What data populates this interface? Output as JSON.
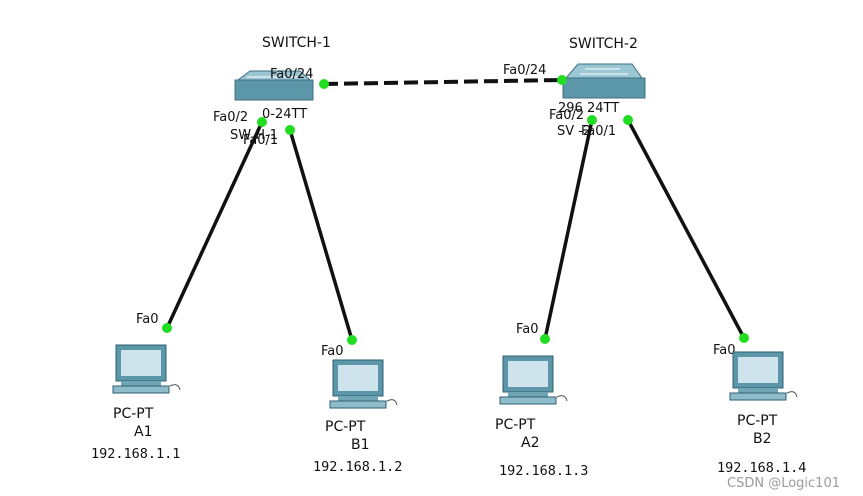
{
  "switches": [
    {
      "title": "SWITCH-1",
      "model_partial": "0-24TT",
      "name_partial": "SW  H-1",
      "ports": {
        "uplink": "Fa0/24",
        "p2": "Fa0/2",
        "p1": "Fa0/1"
      }
    },
    {
      "title": "SWITCH-2",
      "model_partial": "296  24TT",
      "name_partial": "SV    -2",
      "ports": {
        "uplink": "Fa0/24",
        "p2": "Fa0/2",
        "p1": "Fa0/1"
      }
    }
  ],
  "pcs": [
    {
      "port": "Fa0",
      "type": "PC-PT",
      "name": "A1",
      "ip": "192.168.1.1"
    },
    {
      "port": "Fa0",
      "type": "PC-PT",
      "name": "B1",
      "ip": "192.168.1.2"
    },
    {
      "port": "Fa0",
      "type": "PC-PT",
      "name": "A2",
      "ip": "192.168.1.3"
    },
    {
      "port": "Fa0",
      "type": "PC-PT",
      "name": "B2",
      "ip": "192.168.1.4"
    }
  ],
  "watermark": "CSDN @Logic101",
  "colors": {
    "link": "#111111",
    "port_up": "#22dd22",
    "switch_body": "#5b97a8",
    "pc_screen": "#cfe3ec"
  }
}
